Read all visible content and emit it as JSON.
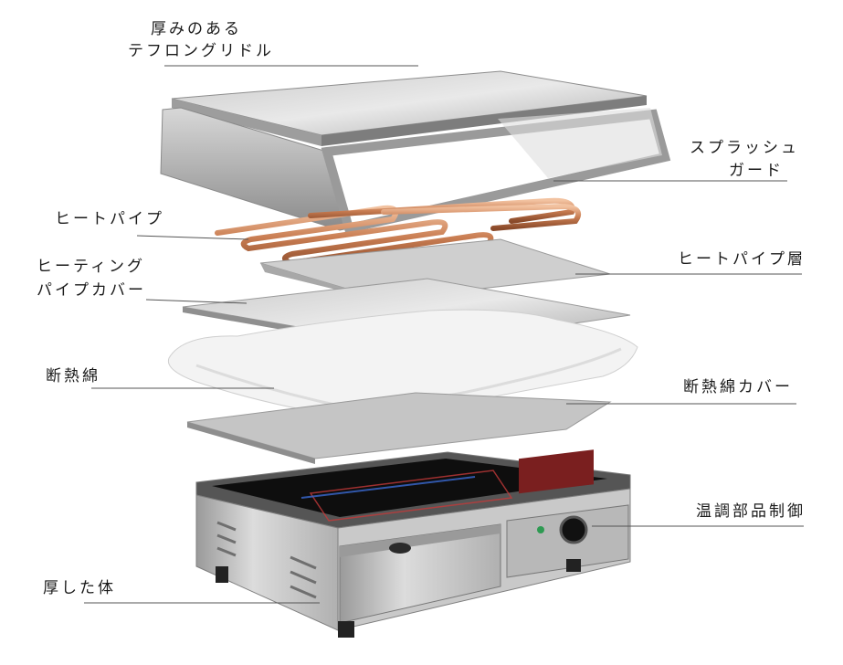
{
  "labels": {
    "griddle_1": "厚みのある",
    "griddle_2": "テフロングリドル",
    "splash_1": "スプラッシュ",
    "splash_2": "ガード",
    "heat_pipe": "ヒートパイプ",
    "heat_pipe_layer": "ヒートパイプ層",
    "cover_1": "ヒーティング",
    "cover_2": "パイプカバー",
    "insulation": "断熱綿",
    "insulation_cover": "断熱綿カバー",
    "control": "温調部品制御",
    "body": "厚した体"
  }
}
